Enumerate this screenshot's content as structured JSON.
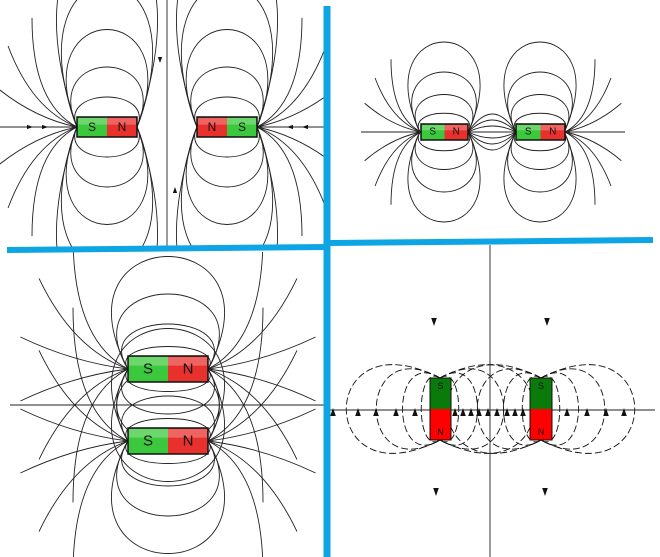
{
  "colors": {
    "divider": "#0ea5e4",
    "north": "#e8302c",
    "south": "#3cc83c",
    "south_dark": "#0a7a0a",
    "north_dark": "#ff0000"
  },
  "panels": [
    {
      "name": "repelling-horizontal",
      "magnets": [
        {
          "left": "S",
          "right": "N"
        },
        {
          "left": "N",
          "right": "S"
        }
      ]
    },
    {
      "name": "attracting-horizontal",
      "magnets": [
        {
          "left": "S",
          "right": "N"
        },
        {
          "left": "S",
          "right": "N"
        }
      ]
    },
    {
      "name": "parallel-stacked",
      "magnets": [
        {
          "left": "S",
          "right": "N"
        },
        {
          "left": "S",
          "right": "N"
        }
      ]
    },
    {
      "name": "vertical-pair",
      "magnets": [
        {
          "top": "S",
          "bottom": "N"
        },
        {
          "top": "S",
          "bottom": "N"
        }
      ]
    }
  ]
}
